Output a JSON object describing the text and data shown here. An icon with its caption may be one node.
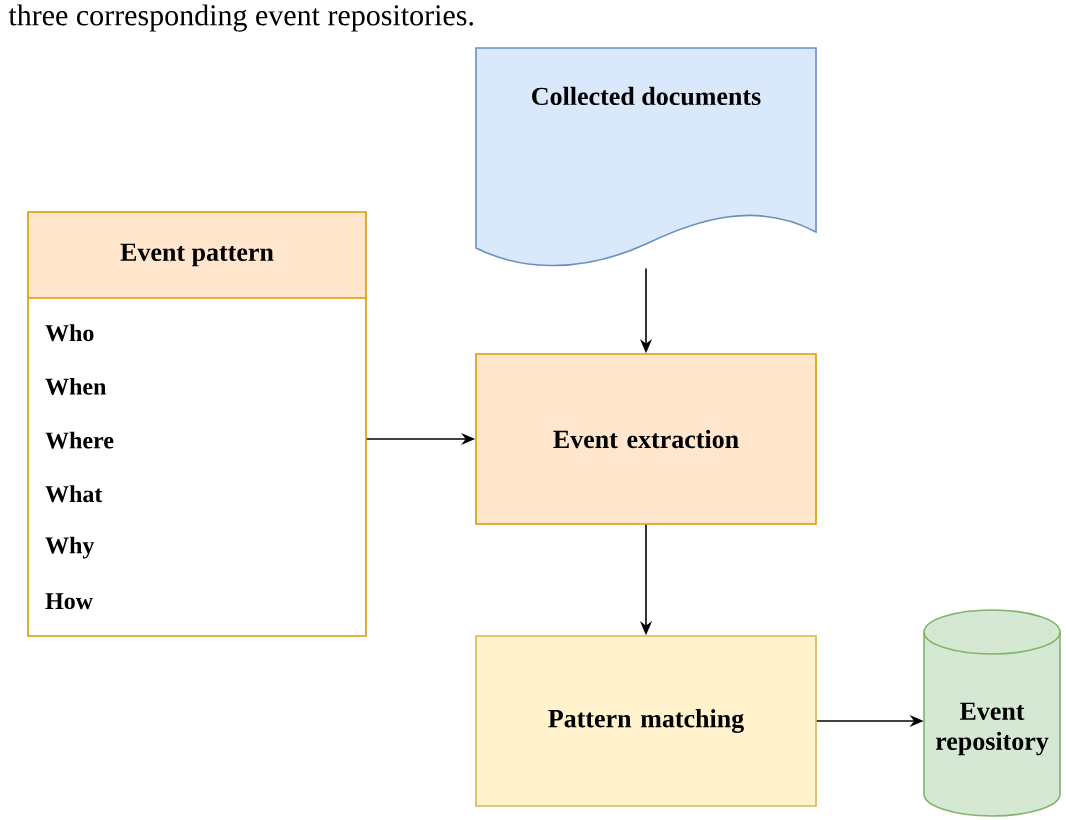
{
  "diagram": {
    "nodes": [
      {
        "text": [
          "Collected documents"
        ]
      },
      {
        "text": [
          "Event pattern",
          "Who",
          "When",
          "Where",
          "What",
          "Why",
          "How"
        ]
      },
      {
        "text": [
          "Event extraction"
        ]
      },
      {
        "text": [
          "Pattern matching"
        ]
      },
      {
        "text": [
          "Event repository"
        ]
      }
    ],
    "edges": [
      {
        "from": 0,
        "to": 2,
        "arrow": "to"
      },
      {
        "from": 1,
        "to": 2,
        "arrow": "to"
      },
      {
        "from": 2,
        "to": 3,
        "arrow": "to"
      },
      {
        "from": 3,
        "to": 4,
        "arrow": "to"
      }
    ],
    "labels": [
      "three corresponding event repositories."
    ]
  }
}
